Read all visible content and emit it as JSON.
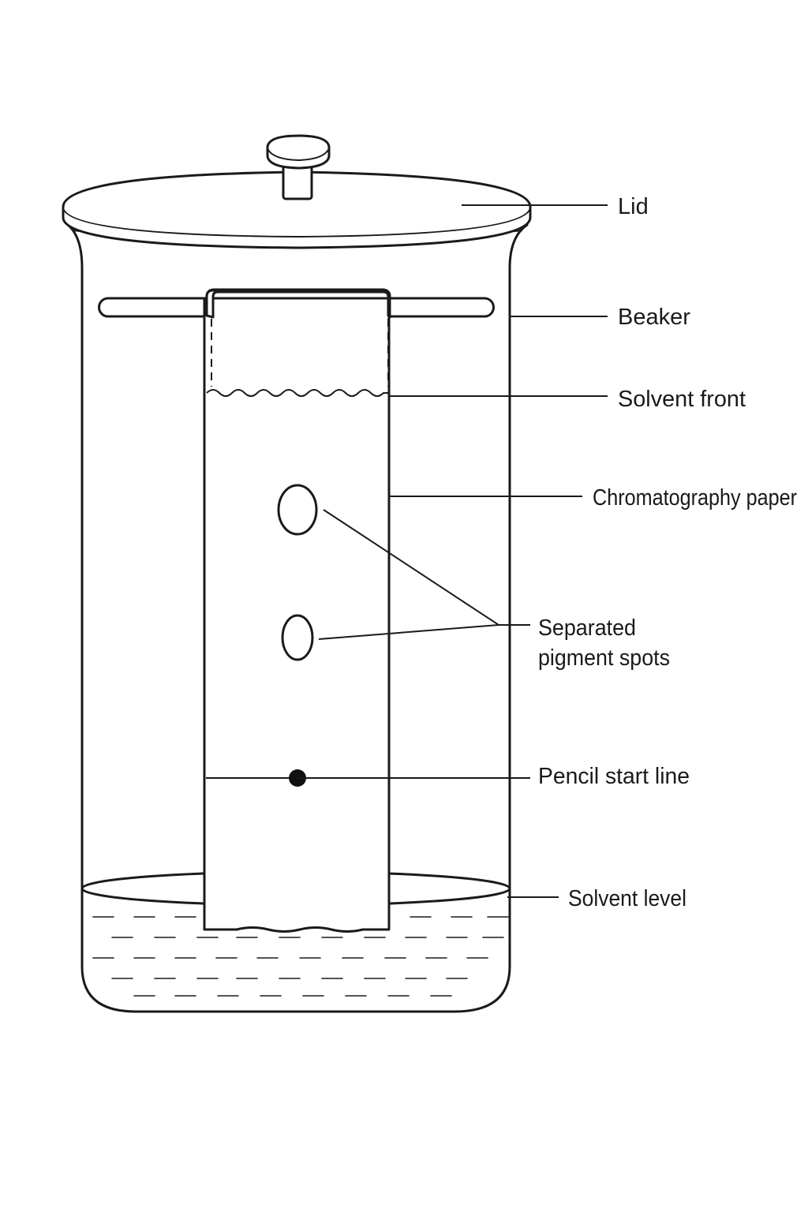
{
  "labels": {
    "lid": "Lid",
    "beaker": "Beaker",
    "solvent_front": "Solvent front",
    "chromatography_paper": "Chromatography paper",
    "separated_spots_line1": "Separated",
    "separated_spots_line2": "pigment spots",
    "pencil_start_line": "Pencil start line",
    "solvent_level": "Solvent level"
  },
  "colors": {
    "ink": "#1a1a1a",
    "background": "#ffffff"
  }
}
